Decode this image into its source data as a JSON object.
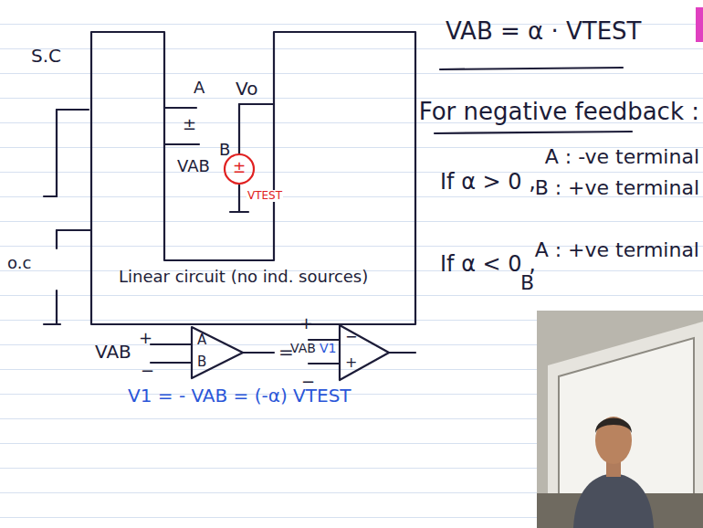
{
  "diagram": {
    "nodes": [
      {
        "text": [
          "Linear circuit (no ind. sources)"
        ]
      },
      {
        "text": [
          "A",
          "B"
        ]
      },
      {
        "text": [
          "−",
          "+"
        ]
      }
    ],
    "labels": [
      "S.C",
      "o.c",
      "A",
      "±",
      "B",
      "VAB",
      "Vo",
      "±",
      "VTEST",
      "VAB = α · VTEST",
      "For negative feedback :",
      "If α > 0 ,",
      "A : -ve terminal",
      "B : +ve terminal",
      "If α < 0 ,",
      "A : +ve terminal",
      "B",
      "VAB",
      "+",
      "−",
      "=",
      "+",
      "VAB",
      "V1",
      "−",
      "V1 = - VAB = (-α) VTEST"
    ]
  }
}
